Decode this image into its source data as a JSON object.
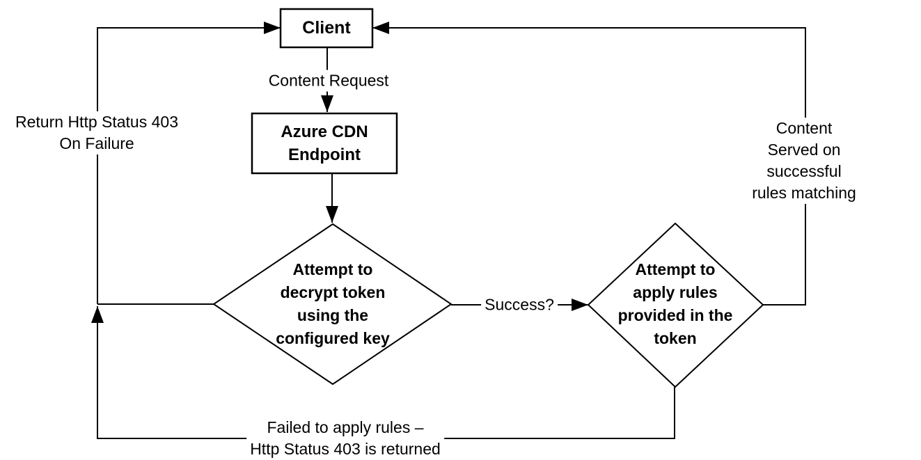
{
  "diagram": {
    "background_color": "#ffffff",
    "line_color": "#000000",
    "text_color": "#000000",
    "nodes": {
      "client": {
        "label": "Client",
        "shape": "rectangle"
      },
      "cdn_endpoint": {
        "label": "Azure CDN\nEndpoint",
        "shape": "rectangle"
      },
      "decrypt_token": {
        "label": "Attempt to\ndecrypt token\nusing the\nconfigured key",
        "shape": "diamond"
      },
      "apply_rules": {
        "label": "Attempt to\napply rules\nprovided in the\ntoken",
        "shape": "diamond"
      }
    },
    "edges": {
      "content_request": {
        "label": "Content Request",
        "from": "client",
        "to": "cdn_endpoint"
      },
      "cdn_to_decrypt": {
        "label": "",
        "from": "cdn_endpoint",
        "to": "decrypt_token"
      },
      "success": {
        "label": "Success?",
        "from": "decrypt_token",
        "to": "apply_rules"
      },
      "return_403": {
        "label": "Return Http Status 403\nOn Failure",
        "from": "decrypt_token",
        "to": "client"
      },
      "content_served": {
        "label": "Content Served on successful\nrules matching",
        "from": "apply_rules",
        "to": "client"
      },
      "failed_rules": {
        "label": "Failed to apply rules –\nHttp Status 403 is returned",
        "from": "apply_rules",
        "to": "decrypt_token"
      }
    }
  }
}
